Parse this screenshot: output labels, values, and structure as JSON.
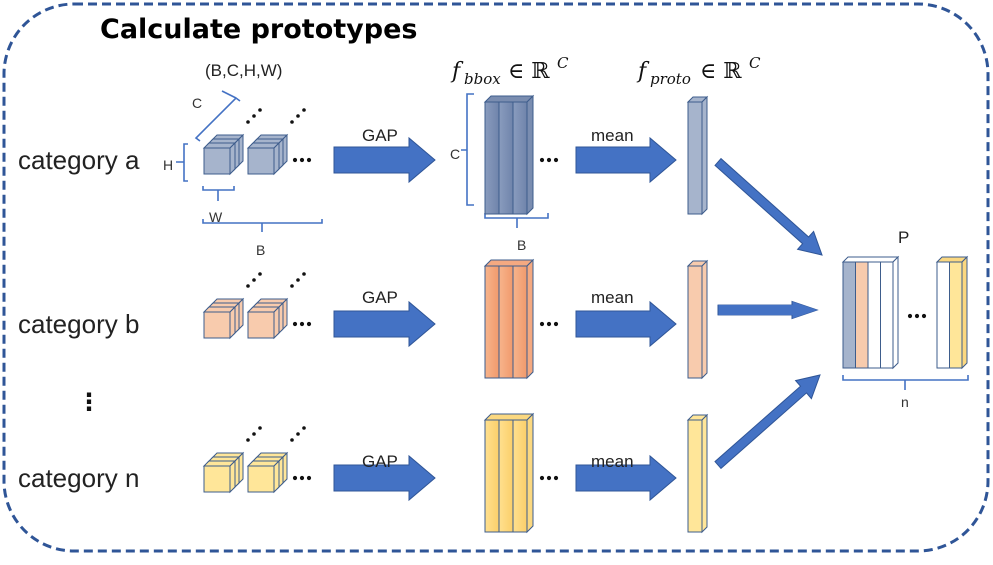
{
  "title": "Calculate prototypes",
  "colors": {
    "border": "#2f5597",
    "arrow": "#4472c4",
    "bracket": "#4472c4",
    "gray_face": "#a6b4cc",
    "gray_dark": "#7a8db0",
    "orange_face": "#f8cbad",
    "orange_dark": "#f4a981",
    "yellow_face": "#ffe699",
    "yellow_dark": "#fbd880",
    "cube_edge": "#3e5d8c"
  },
  "categories": [
    {
      "label": "category a",
      "arrow1": "GAP",
      "arrow2": "mean"
    },
    {
      "label": "category b",
      "arrow1": "GAP",
      "arrow2": "mean"
    },
    {
      "label": "category n",
      "arrow1": "GAP",
      "arrow2": "mean"
    }
  ],
  "vdots": "⋮",
  "hdots": "···",
  "labels": {
    "bchw": "(B,C,H,W)",
    "c": "C",
    "h": "H",
    "w": "W",
    "b": "B",
    "c2": "C",
    "b2": "B",
    "p": "P",
    "n": "n"
  },
  "math": {
    "f_bbox": {
      "f": "f",
      "sub": "bbox",
      "rest": "∈ ℝ",
      "sup": "C"
    },
    "f_proto": {
      "f": "f",
      "sub": "proto",
      "rest": "∈ ℝ",
      "sup": "C"
    }
  }
}
